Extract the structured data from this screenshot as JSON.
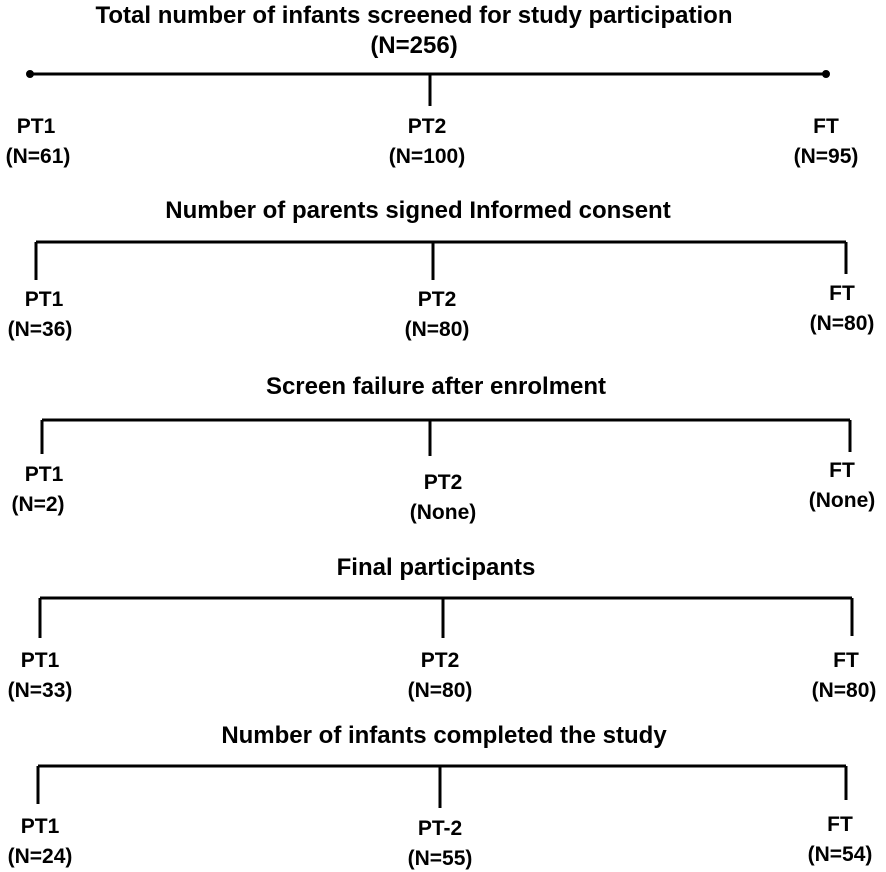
{
  "stages": [
    {
      "title": "Total number of infants screened for study participation",
      "subtitle": "(N=256)",
      "groups": [
        {
          "name": "PT1",
          "value": "(N=61)"
        },
        {
          "name": "PT2",
          "value": "(N=100)"
        },
        {
          "name": "FT",
          "value": "(N=95)"
        }
      ]
    },
    {
      "title": "Number of parents signed Informed consent",
      "groups": [
        {
          "name": "PT1",
          "value": "(N=36)"
        },
        {
          "name": "PT2",
          "value": "(N=80)"
        },
        {
          "name": "FT",
          "value": "(N=80)"
        }
      ]
    },
    {
      "title": "Screen failure after enrolment",
      "groups": [
        {
          "name": "PT1",
          "value": "(N=2)"
        },
        {
          "name": "PT2",
          "value": "(None)"
        },
        {
          "name": "FT",
          "value": "(None)"
        }
      ]
    },
    {
      "title": "Final participants",
      "groups": [
        {
          "name": "PT1",
          "value": "(N=33)"
        },
        {
          "name": "PT2",
          "value": "(N=80)"
        },
        {
          "name": "FT",
          "value": "(N=80)"
        }
      ]
    },
    {
      "title": "Number of infants completed the study",
      "groups": [
        {
          "name": "PT1",
          "value": "(N=24)"
        },
        {
          "name": "PT-2",
          "value": "(N=55)"
        },
        {
          "name": "FT",
          "value": "(N=54)"
        }
      ]
    }
  ]
}
